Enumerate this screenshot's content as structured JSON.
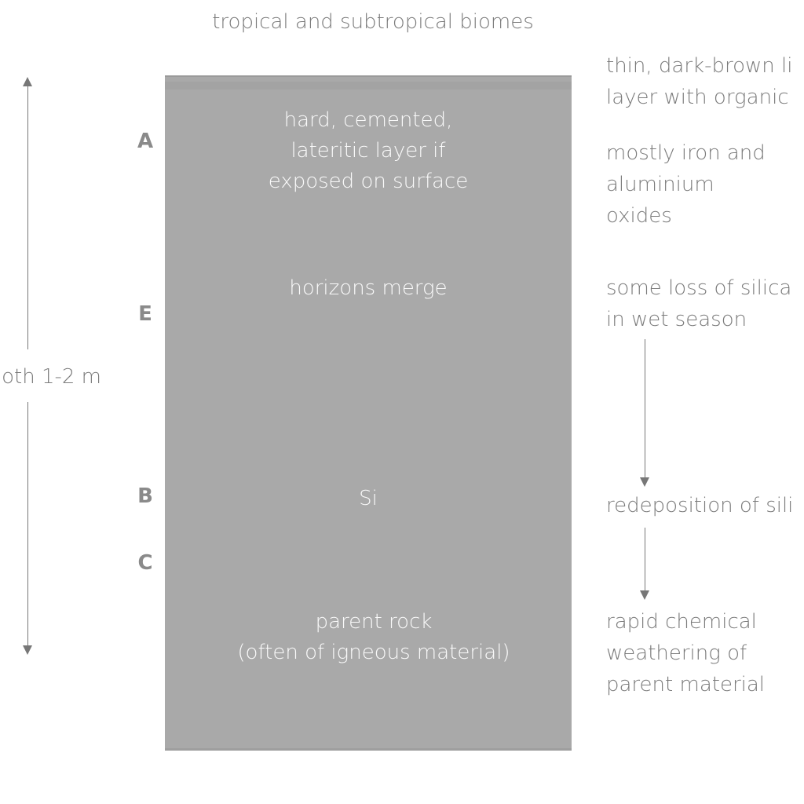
{
  "title": "tropical and subtropical biomes",
  "depth_label": "oth 1-2 m",
  "horizons": [
    "A",
    "E",
    "B",
    "C"
  ],
  "inside": {
    "a_text": [
      "hard, cemented,",
      "lateritic layer if",
      "exposed on surface"
    ],
    "merge": "horizons merge",
    "si": "Si",
    "parent": [
      "parent rock",
      "(often of igneous material)"
    ]
  },
  "right": {
    "litter": [
      "thin, dark-brown li",
      "layer with organic"
    ],
    "oxides": [
      "mostly iron and",
      "aluminium",
      "oxides"
    ],
    "silica_loss": [
      "some loss of silica",
      "in wet season"
    ],
    "redeposition": "redeposition of sili",
    "weathering": [
      "rapid chemical",
      "weathering of",
      "parent material"
    ]
  },
  "colors": {
    "profile": "#a9a9a9",
    "text": "#7b7b7b",
    "inner_text": "#fafafa"
  }
}
